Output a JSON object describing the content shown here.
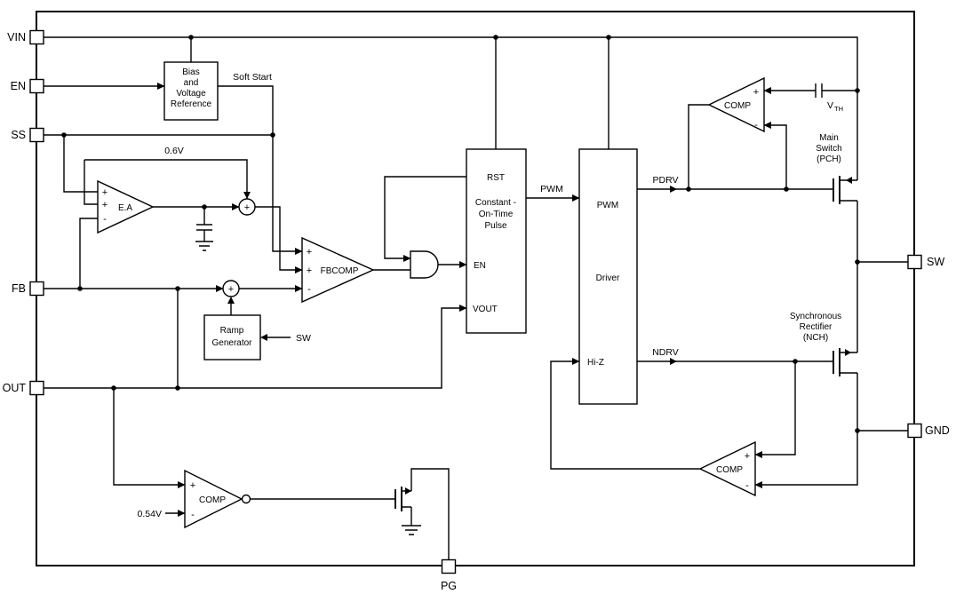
{
  "pins": {
    "vin": "VIN",
    "en": "EN",
    "ss": "SS",
    "fb": "FB",
    "out": "OUT",
    "sw": "SW",
    "gnd": "GND",
    "pg": "PG"
  },
  "sym": {
    "plus": "+",
    "minus": "-"
  },
  "bias": [
    "Bias",
    "and",
    "Voltage",
    "Reference"
  ],
  "cot": {
    "rst": "RST",
    "body": [
      "Constant -",
      "On-Time",
      "Pulse"
    ],
    "en": "EN",
    "vout": "VOUT"
  },
  "driver": {
    "top": "PWM",
    "mid": "Driver",
    "hiz": "Hi-Z"
  },
  "ramp": [
    "Ramp",
    "Generator"
  ],
  "amp": {
    "ea": "E.A",
    "fbcomp": "FBCOMP",
    "comp": "COMP"
  },
  "sig": {
    "soft_start": "Soft Start",
    "ref06": "0.6V",
    "pwm": "PWM",
    "pdrv": "PDRV",
    "ndrv": "NDRV",
    "sw": "SW",
    "ref054": "0.54V",
    "vth_v": "V",
    "vth_sub": "TH"
  },
  "fet": {
    "main": [
      "Main",
      "Switch",
      "(PCH)"
    ],
    "sync": [
      "Synchronous",
      "Rectifier",
      "(NCH)"
    ]
  }
}
